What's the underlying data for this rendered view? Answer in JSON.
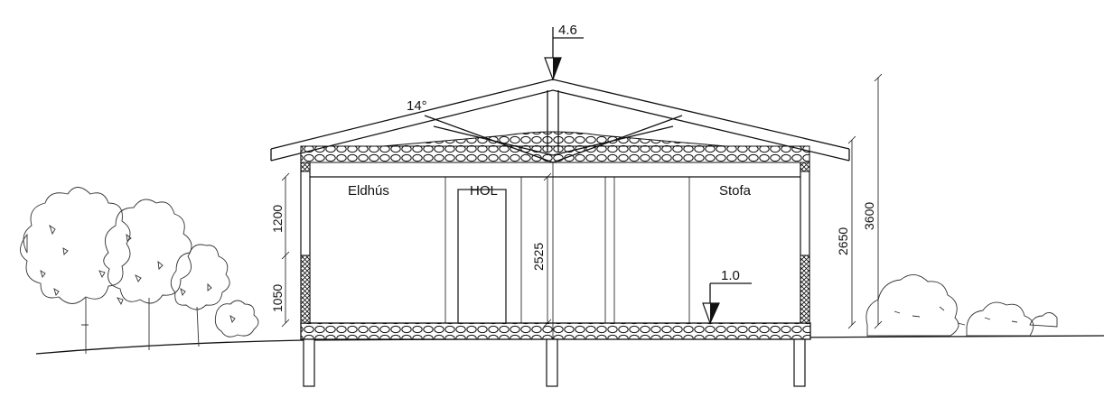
{
  "rooms": {
    "kitchen": "Eldhús",
    "hall": "HOL",
    "living": "Stofa"
  },
  "roof": {
    "pitch": "14°"
  },
  "levels": {
    "ridge": "4.6",
    "floor": "1.0"
  },
  "dimensions": {
    "window_top_height": "1200",
    "sill_height": "1050",
    "ceiling_height": "2525",
    "wall_height": "2650",
    "total_height": "3600"
  },
  "colors": {
    "line": "#111111",
    "background": "#ffffff"
  }
}
